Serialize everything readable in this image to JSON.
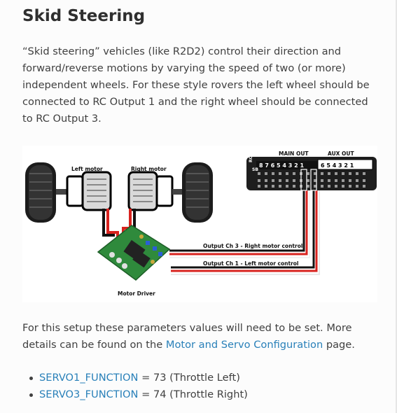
{
  "heading": "Skid Steering",
  "intro_text": "“Skid steering” vehicles (like R2D2) control their direction and forward/reverse motions by varying the speed of two (or more) independent wheels. For these style rovers the left wheel should be connected to RC Output 1 and the right wheel should be connected to RC Output 3.",
  "diagram": {
    "left_motor_label": "Left motor",
    "right_motor_label": "Right motor",
    "motor_driver_label": "Motor Driver",
    "main_out_label": "MAIN OUT",
    "aux_out_label": "AUX OUT",
    "main_pins": "8 7 6 5 4 3 2 1",
    "aux_pins": "6 5 4 3 2 1",
    "rc_label": "RC",
    "sb_label": "SB",
    "ch3_label": "Output Ch 3 - Right motor control",
    "ch1_label": "Output Ch 1 - Left motor control",
    "wire_red": "#d8231f",
    "wire_black": "#111111",
    "board_green": "#2f8a3c"
  },
  "setup_text": {
    "before_link": "For this setup these parameters values will need to be set. More details can be found on the ",
    "link": "Motor and Servo Configuration",
    "after_link": " page."
  },
  "params": [
    {
      "name": "SERVO1_FUNCTION",
      "value": " = 73 (Throttle Left)"
    },
    {
      "name": "SERVO3_FUNCTION",
      "value": " = 74 (Throttle Right)"
    }
  ]
}
